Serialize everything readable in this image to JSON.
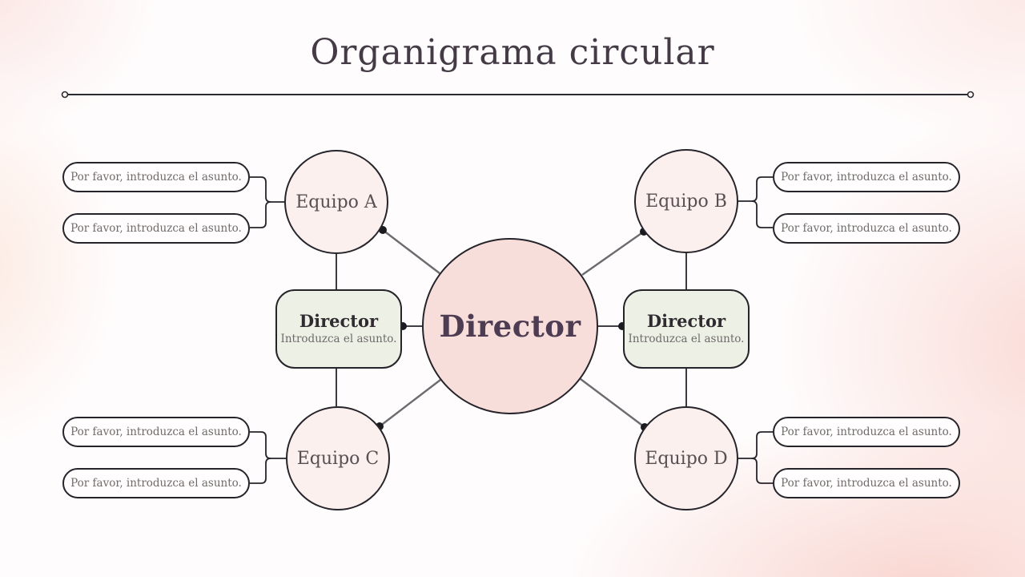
{
  "title": "Organigrama circular",
  "center": {
    "label": "Director"
  },
  "director_boxes": {
    "left": {
      "title": "Director",
      "subtitle": "Introduzca el asunto."
    },
    "right": {
      "title": "Director",
      "subtitle": "Introduzca el asunto."
    }
  },
  "groups": {
    "a": {
      "team": "Equipo A",
      "notes": [
        "Por favor, introduzca el asunto.",
        "Por favor, introduzca el asunto."
      ]
    },
    "b": {
      "team": "Equipo B",
      "notes": [
        "Por favor, introduzca el asunto.",
        "Por favor, introduzca el asunto."
      ]
    },
    "c": {
      "team": "Equipo C",
      "notes": [
        "Por favor, introduzca el asunto.",
        "Por favor, introduzca el asunto."
      ]
    },
    "d": {
      "team": "Equipo D",
      "notes": [
        "Por favor, introduzca el asunto.",
        "Por favor, introduzca el asunto."
      ]
    }
  },
  "colors": {
    "center_fill": "#f8dedb",
    "team_fill": "#fcf0ee",
    "box_fill": "#edf0e4",
    "ink": "#26242b",
    "diagonal_gray": "#6b6b70",
    "title_ink": "#443b47"
  }
}
